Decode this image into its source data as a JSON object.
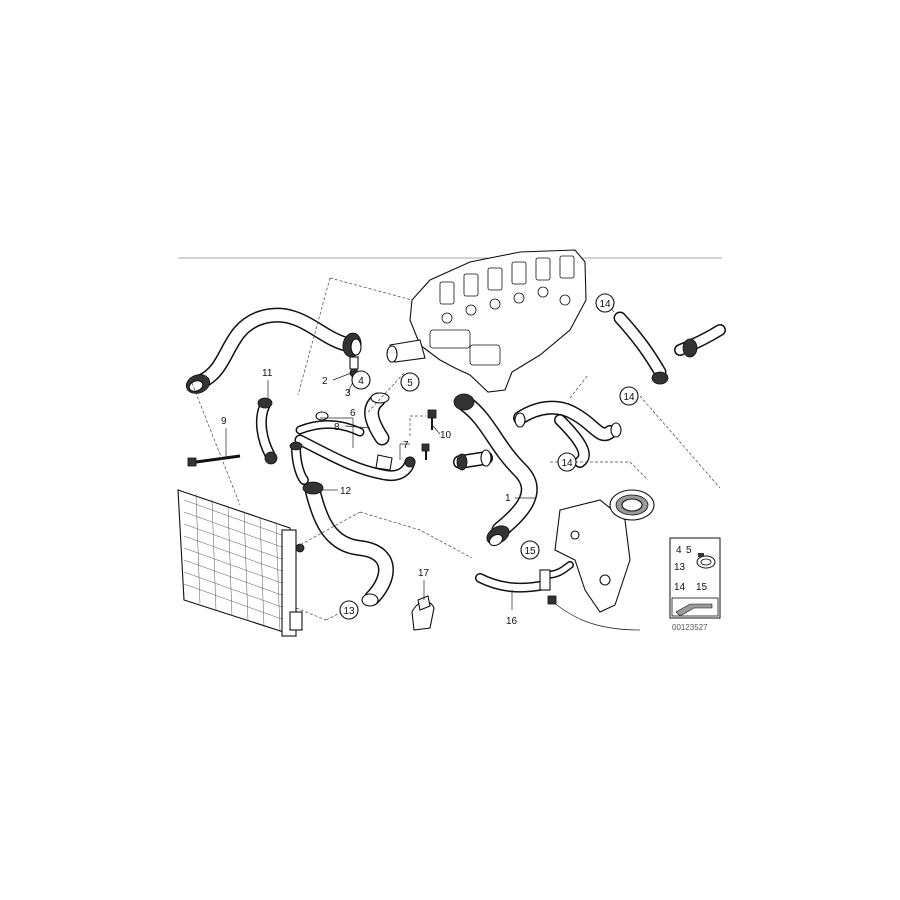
{
  "diagram": {
    "labels": {
      "p1": "1",
      "p2": "2",
      "p3": "3",
      "p4": "4",
      "p5": "5",
      "p6": "6",
      "p7": "7",
      "p8": "8",
      "p9": "9",
      "p10": "10",
      "p11": "11",
      "p12": "12",
      "p13": "13",
      "p14a": "14",
      "p14b": "14",
      "p14c": "14",
      "p15": "15",
      "p16": "16",
      "p17": "17"
    },
    "legend": {
      "row1a": "4",
      "row1b": "5",
      "row2": "13",
      "row3a": "14",
      "row3b": "15"
    },
    "image_code": "00123527"
  }
}
